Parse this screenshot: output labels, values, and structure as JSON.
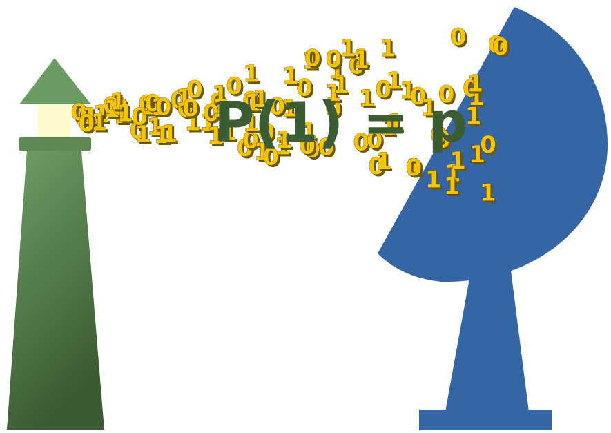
{
  "formula": "P(1) = p",
  "colors": {
    "lighthouse_tower_top": "#6b9a62",
    "lighthouse_tower_bottom": "#3f5f35",
    "lighthouse_light": "#fffbcc",
    "dish": "#3565a5",
    "bits": "#f5c400",
    "formula": "#3c5c33"
  },
  "objects": {
    "transmitter": "lighthouse",
    "receiver": "satellite-dish"
  },
  "bit_stream": "0010110101101001101101100110010011101001101011001110110010010011011110001011111100101001110101101100"
}
